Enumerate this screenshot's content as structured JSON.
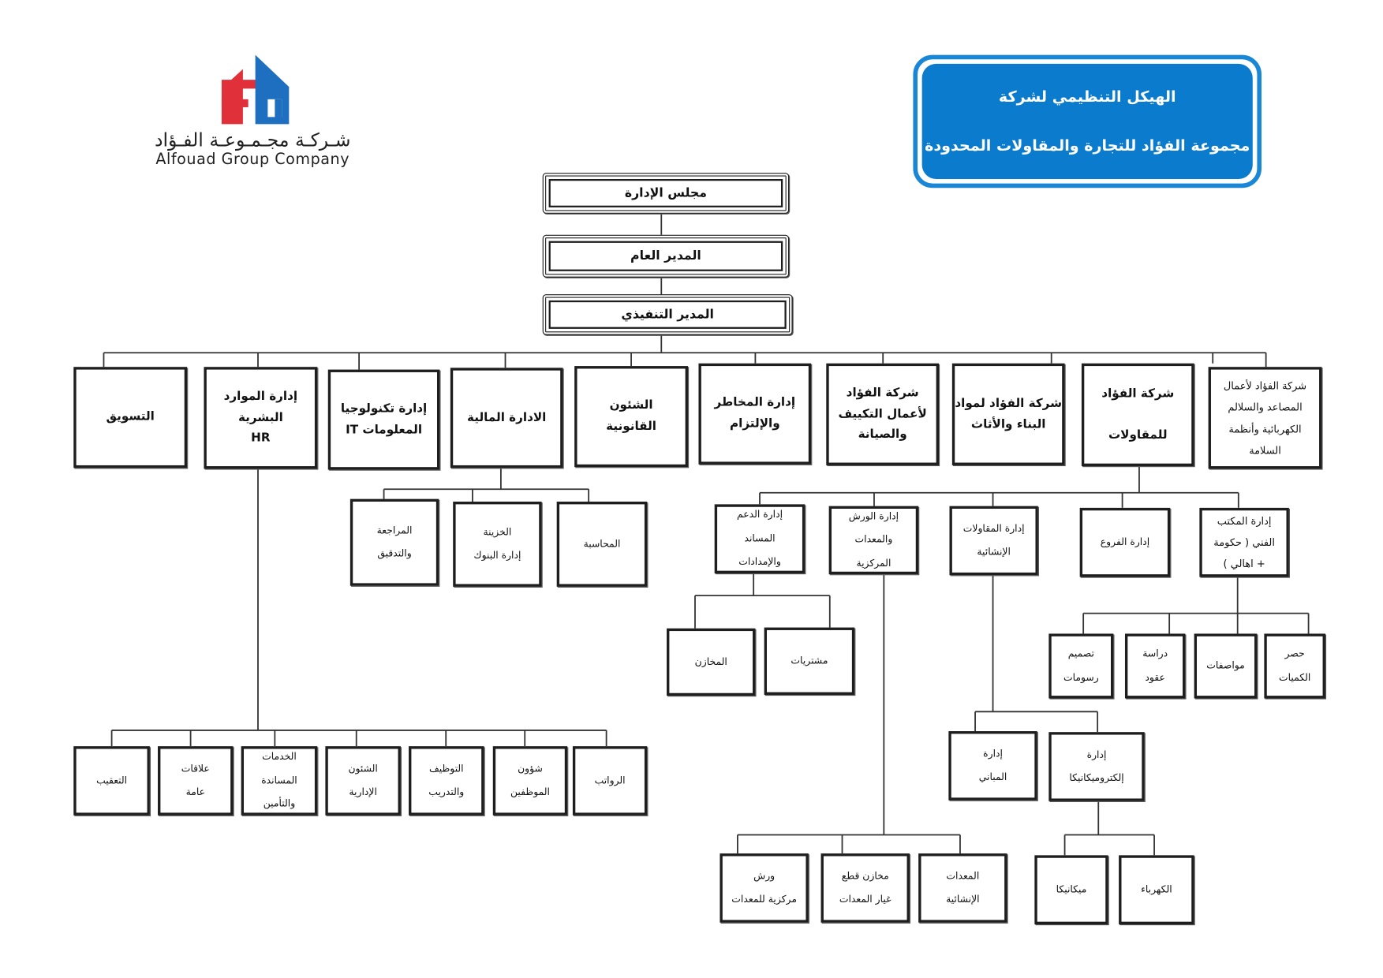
{
  "header": {
    "title_line1": "الهيكل التنظيمي لشركة",
    "title_line2": "مجموعة الفؤاد للتجارة والمقاولات المحدودة",
    "logo_mark": "FG",
    "logo_arabic": "شـركـة مجـمـوعـة الفـؤاد",
    "logo_english": "Alfouad Group Company"
  },
  "top": {
    "board": "مجلس الإدارة",
    "general_manager": "المدير العام",
    "executive_director": "المدير التنفيذي"
  },
  "departments": {
    "marketing": "التسويق",
    "hr": "إدارة الموارد\nالبشرية\nHR",
    "it": "إدارة تكنولوجيا\nالمعلومات IT",
    "finance": "الادارة المالية",
    "legal": "الشئون\nالقانونية",
    "risk": "إدارة المخاطر\nوالإلتزام",
    "hvac_company": "شركة الفؤاد\nلأعمال التكييف\nوالصيانة",
    "building_materials_company": "شركة الفؤاد لمواد\nالبناء والأثاث",
    "contracting_company": "شركة الفؤاد\n\nللمقاولات",
    "elevators_company": "شركة الفؤاد لأعمال\nالمصاعد والسلالم\nالكهربائية وأنظمة\nالسلامة"
  },
  "finance_units": {
    "audit": "المراجعة\nوالتدقيق",
    "treasury": "الخزينة\nإدارة البنوك",
    "accounting": "المحاسبة"
  },
  "contracting_units": {
    "support": "إدارة الدعم\nالمساند\nوالإمدادات",
    "workshops": "إدارة الورش\nوالمعدات\nالمركزية",
    "construction": "إدارة المقاولات\nالإنشائية",
    "branches": "إدارة الفروع",
    "technical_office": "إدارة المكتب\nالفني ( حكومة\n+ اهالي )"
  },
  "support_units": {
    "stores": "المخازن",
    "purchases": "مشتريات"
  },
  "technical_units": {
    "design": "تصميم\nرسومات",
    "contracts_study": "دراسة\nعقود",
    "specifications": "مواصفات",
    "quantities": "حصر\nالكميات"
  },
  "construction_units": {
    "buildings": "إدارة\nالمباني",
    "electromechanics": "إدارة\nإلكتروميكانيكا"
  },
  "electromech_units": {
    "mechanics": "ميكانيكا",
    "electricity": "الكهرباء"
  },
  "workshop_units": {
    "central_workshops": "ورش\nمركزية للمعدات",
    "spare_parts": "مخازن قطع\nغيار المعدات",
    "construction_equipment": "المعدات\nالإنشائية"
  },
  "hr_units": {
    "follow_up": "التعقيب",
    "public_relations": "علاقات\nعامة",
    "support_services": "الخدمات\nالمساندة\nوالتأمين",
    "admin_affairs": "الشئون\nالإدارية",
    "recruitment": "التوظيف\nوالتدريب",
    "employee_affairs": "شؤون\nالموظفين",
    "payroll": "الرواتب"
  },
  "colors": {
    "title_bg": "#0b7ccd",
    "logo_red": "#e0303a",
    "logo_blue": "#1f6fc0",
    "line": "#1e1e1e"
  }
}
